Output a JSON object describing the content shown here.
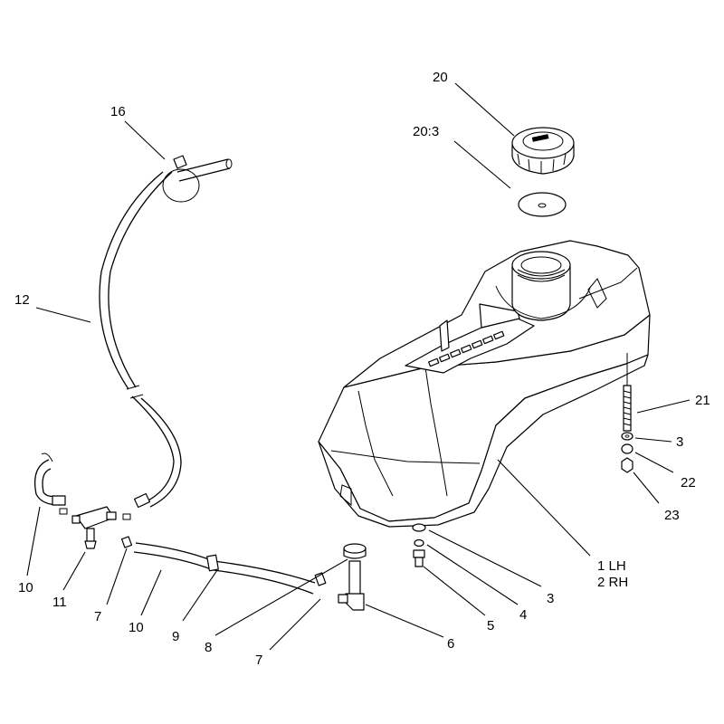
{
  "labels": {
    "l20": "20",
    "l20_3": "20:3",
    "l16": "16",
    "l12": "12",
    "l21": "21",
    "l3a": "3",
    "l22": "22",
    "l23": "23",
    "l1lh": "1 LH",
    "l2rh": "2 RH",
    "l3b": "3",
    "l4": "4",
    "l5": "5",
    "l6": "6",
    "l7a": "7",
    "l7b": "7",
    "l8": "8",
    "l9": "9",
    "l10a": "10",
    "l10b": "10",
    "l11": "11"
  }
}
